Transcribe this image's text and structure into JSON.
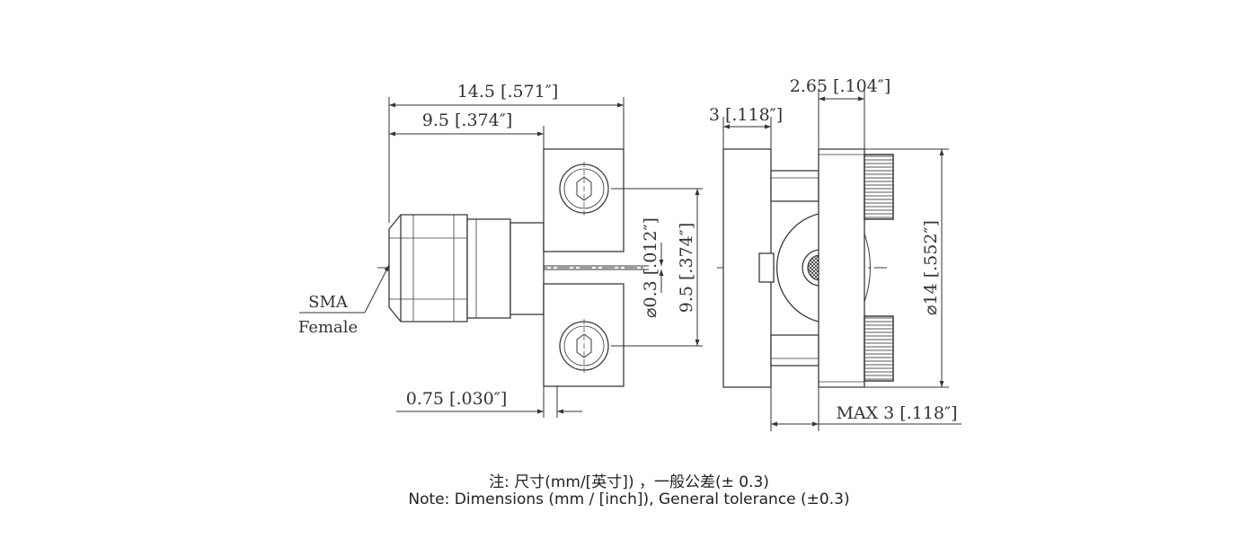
{
  "drawing": {
    "connector_label": {
      "line1": "SMA",
      "line2": "Female"
    },
    "dimensions": {
      "overall_length": "14.5 [.571″]",
      "body_length": "9.5 [.374″]",
      "flange_thickness": "0.75 [.030″]",
      "pin_diameter": "⌀0.3 [.012″]",
      "hole_spacing": "9.5 [.374″]",
      "top_3": "3 [.118″]",
      "top_265": "2.65 [.104″]",
      "diameter_14": "⌀14 [.552″]",
      "max_3": "MAX 3 [.118″]"
    },
    "colors": {
      "line": "#3a3a3a",
      "text": "#333333"
    }
  },
  "notes": {
    "chinese": "注: 尺寸(mm/[英寸]) ，一般公差(± 0.3)",
    "english": "Note: Dimensions (mm / [inch]), General tolerance (±0.3)"
  }
}
